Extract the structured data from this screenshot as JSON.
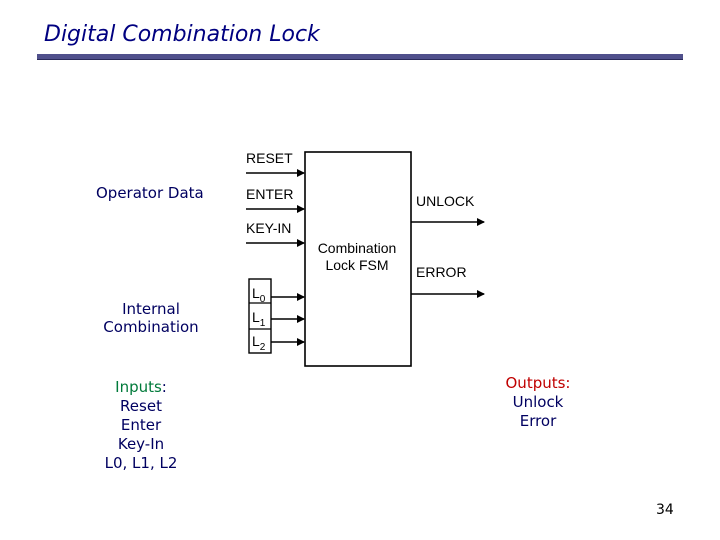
{
  "title": "Digital Combination Lock",
  "labels": {
    "operator_data": "Operator Data",
    "internal_combination": [
      "Internal",
      "Combination"
    ]
  },
  "inputs": {
    "heading": "Inputs",
    "colon": ":",
    "items": [
      "Reset",
      "Enter",
      "Key-In",
      "L0, L1, L2"
    ]
  },
  "outputs": {
    "heading": "Outputs:",
    "items": [
      "Unlock",
      "Error"
    ]
  },
  "diagram": {
    "fsm_label": [
      "Combination",
      "Lock FSM"
    ],
    "input_signals": [
      "RESET",
      "ENTER",
      "KEY-IN"
    ],
    "combination_signals": [
      {
        "main": "L",
        "sub": "0"
      },
      {
        "main": "L",
        "sub": "1"
      },
      {
        "main": "L",
        "sub": "2"
      }
    ],
    "output_signals": [
      "UNLOCK",
      "ERROR"
    ]
  },
  "page_number": "34",
  "colors": {
    "title": "#000080",
    "rule": "#50508c",
    "inputs_accent": "#007a3a",
    "outputs_accent": "#c00000"
  }
}
